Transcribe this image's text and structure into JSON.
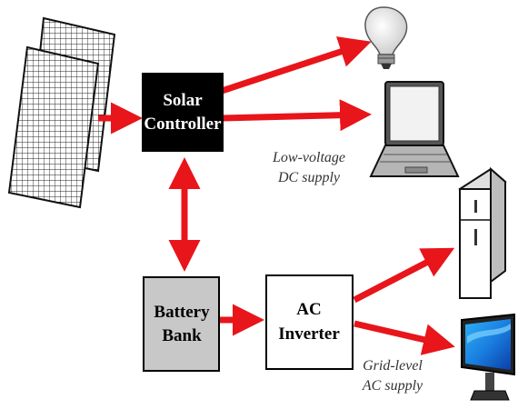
{
  "nodes": {
    "solar_controller": {
      "line1": "Solar",
      "line2": "Controller"
    },
    "battery_bank": {
      "line1": "Battery",
      "line2": "Bank"
    },
    "ac_inverter": {
      "line1": "AC",
      "line2": "Inverter"
    }
  },
  "captions": {
    "dc_supply": {
      "line1": "Low-voltage",
      "line2": "DC supply"
    },
    "ac_supply": {
      "line1": "Grid-level",
      "line2": "AC supply"
    }
  },
  "icons": [
    "solar-panel-icon",
    "light-bulb-icon",
    "laptop-icon",
    "refrigerator-icon",
    "monitor-icon"
  ],
  "colors": {
    "arrow": "#e8151b",
    "controller_fill": "#000000",
    "battery_fill": "#c8c8c8",
    "inverter_fill": "#ffffff"
  }
}
